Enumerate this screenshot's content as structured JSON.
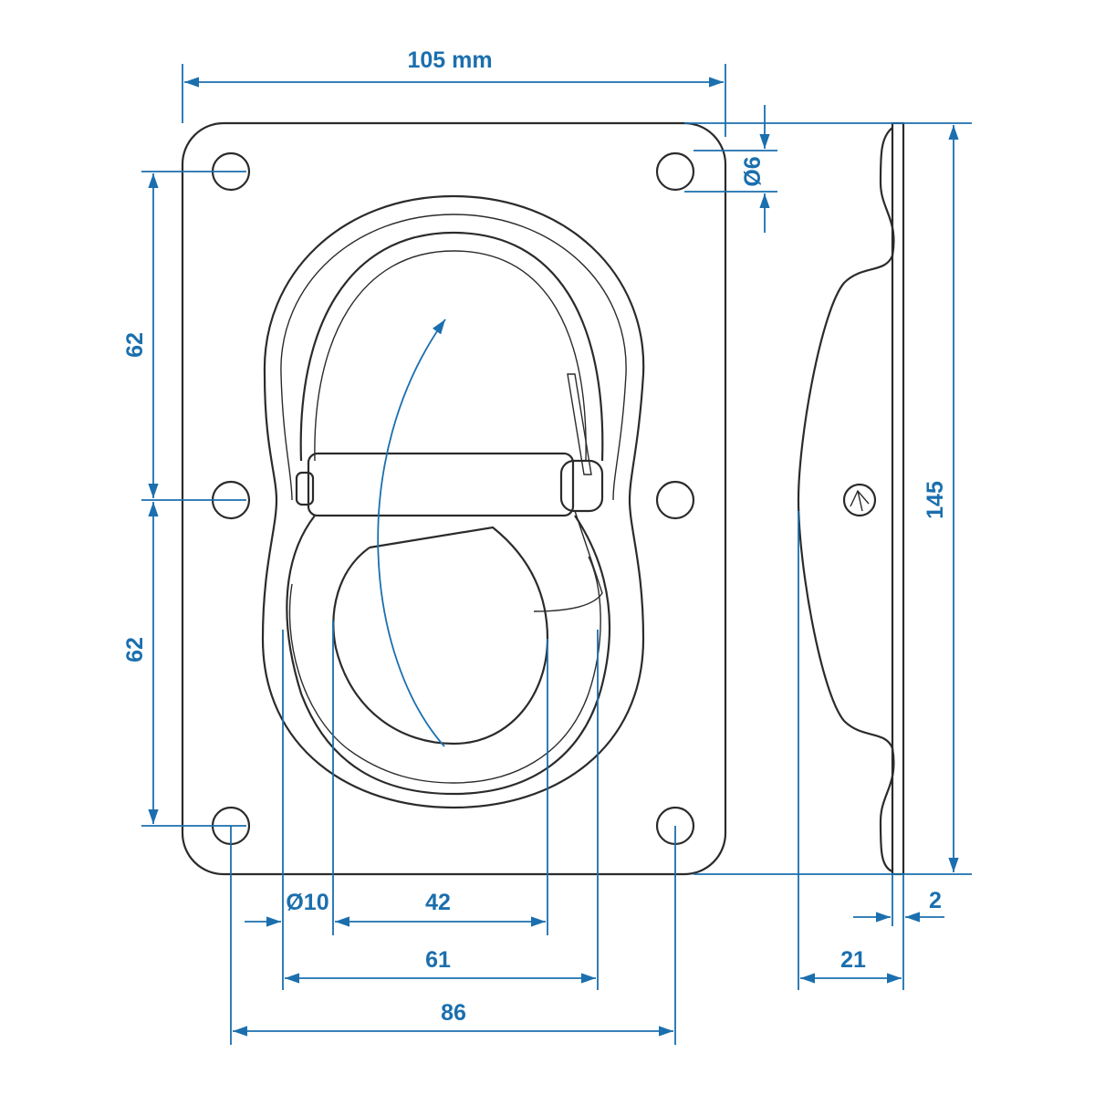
{
  "dimensions": {
    "width": "105 mm",
    "hole_diameter": "Ø6",
    "hole_spacing_upper": "62",
    "hole_spacing_lower": "62",
    "height": "145",
    "ring_diameter": "Ø10",
    "ring_inner": "42",
    "ring_outer": "61",
    "hole_spacing_horizontal": "86",
    "plate_thickness": "2",
    "depth": "21"
  },
  "colors": {
    "dimension": "#1b6fae",
    "outline": "#2b2b2b"
  }
}
